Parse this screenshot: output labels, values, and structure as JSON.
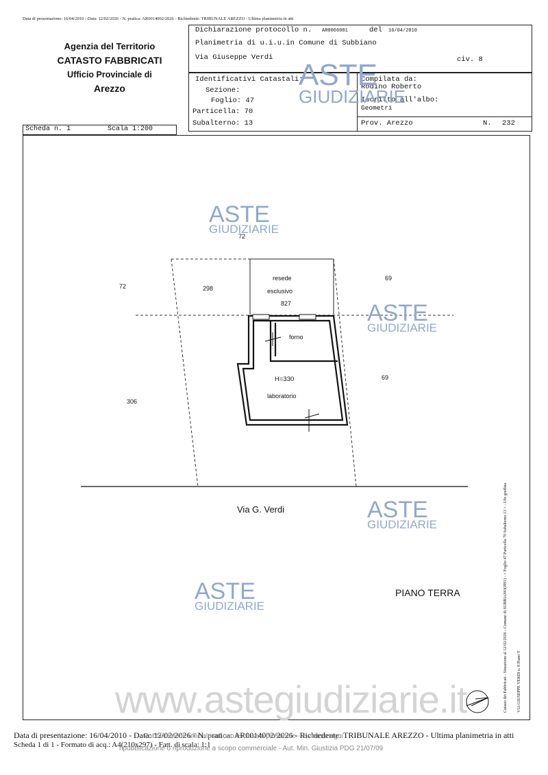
{
  "top_line": "Data di presentazione: 16/04/2010 - Data: 12/02/2026 - N. pratica: AR0014002/2026 - Richiedente: TRIBUNALE AREZZO - Ultima planimetria in atti",
  "agency": {
    "line1": "Agenzia del Territorio",
    "line2": "CATASTO FABBRICATI",
    "line3": "Ufficio Provinciale di",
    "line4": "Arezzo"
  },
  "header": {
    "protocol_label": "Dichiarazione protocollo n.",
    "protocol_number": "AR0066081",
    "date_label": "del",
    "date_value": "16/04/2010",
    "plan_line": "Planimetria di u.i.u.in Comune di Subbiano",
    "address": "Via Giuseppe Verdi",
    "civic": "civ. 8",
    "ident_title": "Identificativi Catastali:",
    "sezione": "Sezione:",
    "foglio": "Foglio: 47",
    "particella": "Particella: 70",
    "subalterno": "Subalterno: 13",
    "compiled_label": "Compilata da:",
    "compiled_name": "Rodino Roberto",
    "albo_label": "Iscritto all'albo:",
    "albo_value": "Geometri",
    "prov": "Prov. Arezzo",
    "n_label": "N.",
    "n_value": "232"
  },
  "scheda": {
    "label": "Scheda n. 1",
    "scale": "Scala 1:200"
  },
  "plan": {
    "parcel_72_top": "72",
    "parcel_72_left": "72",
    "parcel_298": "298",
    "parcel_69_top": "69",
    "parcel_69_right": "69",
    "parcel_306": "306",
    "resede_line1": "resede",
    "resede_line2": "esclusivo",
    "resede_number": "827",
    "forno": "forno",
    "height": "H=330",
    "laboratorio": "laboratorio",
    "street": "Via G. Verdi",
    "floor": "PIANO TERRA"
  },
  "watermark": {
    "big": "ASTE",
    "small": "GIUDIZIARIE",
    "url": "www.astegiudiziarie.it"
  },
  "side_text": {
    "line1": "Catasto dei Fabbricati - Situazione al 12/02/2026 - Comune di SUBBIANO(I991) - < Foglio 47 Particella 70 Subalterno 13 > - Ufo graffata",
    "line2": "VIA GIUSEPPE VERDI n. 8 Piano T"
  },
  "footer": {
    "line1": "Data di presentazione: 16/04/2010 - Data: 12/02/2026 - N. pratica: AR0014002/2026 - Richiedente: TRIBUNALE AREZZO - Ultima planimetria in atti",
    "line2": "Scheda 1 di 1 - Formato di acq.: A4(210x297) - Fatt. di scala: 1:1",
    "overlay1": "Pubblicazione ufficiale ad uso esclusivo personale - è vietata ogni",
    "overlay2": "ripubblicazione o riproduzione a scopo commerciale - Aut. Min. Giustizia PDG 21/07/09"
  }
}
